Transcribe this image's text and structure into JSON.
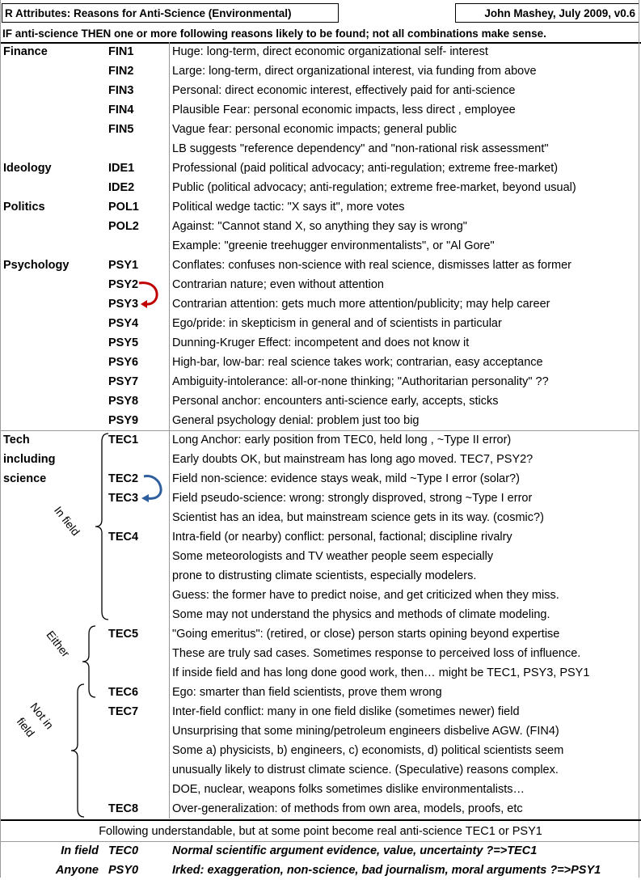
{
  "header": {
    "left_title": "R Attributes:  Reasons for Anti-Science (Environmental)",
    "right_title": "John Mashey, July 2009, v0.6"
  },
  "subtitle": "IF anti-science THEN one or more following reasons likely to be found; not all combinations make sense.",
  "rows": [
    {
      "cat": "Finance",
      "code": "FIN1",
      "desc": "Huge: long-term, direct economic organizational self- interest"
    },
    {
      "cat": "",
      "code": "FIN2",
      "desc": "Large: long-term, direct organizational interest, via funding from above"
    },
    {
      "cat": "",
      "code": "FIN3",
      "desc": "Personal: direct economic interest, effectively paid for anti-science"
    },
    {
      "cat": "",
      "code": "FIN4",
      "desc": "Plausible Fear: personal economic impacts, less direct , employee"
    },
    {
      "cat": "",
      "code": "FIN5",
      "desc": "Vague fear:  personal economic impacts; general public"
    },
    {
      "cat": "",
      "code": "",
      "desc": "LB suggests \"reference dependency\" and \"non-rational risk assessment\""
    },
    {
      "cat": "Ideology",
      "code": "IDE1",
      "desc": "Professional (paid political advocacy; anti-regulation; extreme free-market)"
    },
    {
      "cat": "",
      "code": "IDE2",
      "desc": "Public (political advocacy; anti-regulation; extreme free-market, beyond usual)"
    },
    {
      "cat": "Politics",
      "code": "POL1",
      "desc": "Political wedge tactic: \"X says it\", more votes"
    },
    {
      "cat": "",
      "code": "POL2",
      "desc": "Against: \"Cannot stand X, so anything they say is wrong\""
    },
    {
      "cat": "",
      "code": "",
      "desc": "Example: \"greenie treehugger environmentalists\", or \"Al Gore\""
    },
    {
      "cat": "Psychology",
      "code": "PSY1",
      "desc": "Conflates: confuses non-science with real science, dismisses latter as former"
    },
    {
      "cat": "",
      "code": "PSY2",
      "desc": "Contrarian nature;  even without attention"
    },
    {
      "cat": "",
      "code": "PSY3",
      "desc": "Contrarian attention: gets much more attention/publicity;  may help career"
    },
    {
      "cat": "",
      "code": "PSY4",
      "desc": "Ego/pride: in skepticism in general and of scientists in particular"
    },
    {
      "cat": "",
      "code": "PSY5",
      "desc": "Dunning-Kruger Effect: incompetent and does not know it"
    },
    {
      "cat": "",
      "code": "PSY6",
      "desc": "High-bar, low-bar: real science takes work; contrarian,  easy acceptance"
    },
    {
      "cat": "",
      "code": "PSY7",
      "desc": "Ambiguity-intolerance: all-or-none thinking; \"Authoritarian personality\" ??"
    },
    {
      "cat": "",
      "code": "PSY8",
      "desc": "Personal anchor: encounters anti-science early, accepts, sticks"
    },
    {
      "cat": "",
      "code": "PSY9",
      "desc": "General psychology denial: problem just too big"
    },
    {
      "cat": "Tech",
      "code": "TEC1",
      "desc": "Long Anchor: early position from TEC0, held long , ~Type II error)"
    },
    {
      "cat": "including",
      "code": "",
      "desc": "Early doubts OK, but mainstream has long ago moved. TEC7, PSY2?"
    },
    {
      "cat": "science",
      "code": "TEC2",
      "desc": "Field non-science: evidence stays weak, mild ~Type I error (solar?)"
    },
    {
      "cat": "",
      "code": "TEC3",
      "desc": "Field pseudo-science: wrong: strongly disproved, strong ~Type I error"
    },
    {
      "cat": "",
      "code": "",
      "desc": "Scientist has an idea, but mainstream science gets in its way. (cosmic?)"
    },
    {
      "cat": "",
      "code": "TEC4",
      "desc": "Intra-field (or nearby) conflict: personal, factional; discipline rivalry"
    },
    {
      "cat": "",
      "code": "",
      "desc": "Some meteorologists and TV weather people seem especially"
    },
    {
      "cat": "",
      "code": "",
      "desc": "prone to distrusting climate scientists, especially modelers."
    },
    {
      "cat": "",
      "code": "",
      "desc": "Guess: the former have to predict noise, and get criticized when they miss."
    },
    {
      "cat": "",
      "code": "",
      "desc": "Some may not understand the physics and methods of climate modeling."
    },
    {
      "cat": "",
      "code": "TEC5",
      "desc": "\"Going emeritus\": (retired, or close) person starts opining beyond expertise"
    },
    {
      "cat": "",
      "code": "",
      "desc": "These are truly sad cases.  Sometimes response to perceived loss of influence."
    },
    {
      "cat": "",
      "code": "",
      "desc": "If inside field and has long done good work, then… might be TEC1, PSY3, PSY1"
    },
    {
      "cat": "",
      "code": "TEC6",
      "desc": "Ego: smarter than field scientists, prove them wrong"
    },
    {
      "cat": "",
      "code": "TEC7",
      "desc": "Inter-field conflict: many in one field dislike (sometimes newer) field"
    },
    {
      "cat": "",
      "code": "",
      "desc": "Unsurprising that some mining/petroleum engineers disbelive AGW.  (FIN4)"
    },
    {
      "cat": "",
      "code": "",
      "desc": "Some  a) physicists, b) engineers, c) economists, d) political scientists seem"
    },
    {
      "cat": "",
      "code": "",
      "desc": "unusually likely to distrust climate science. (Speculative) reasons complex."
    },
    {
      "cat": "",
      "code": "",
      "desc": "DOE, nuclear, weapons folks sometimes dislike environmentalists…"
    },
    {
      "cat": "",
      "code": "TEC8",
      "desc": "Over-generalization: of methods from own area, models, proofs, etc"
    }
  ],
  "bracket_labels": {
    "in_field": "In field",
    "either": "Either",
    "not_in": "Not in",
    "field": "field"
  },
  "footer": {
    "note": "Following understandable, but at some point become real anti-science TEC1 or PSY1",
    "rows": [
      {
        "label": "In field",
        "code": "TEC0",
        "desc": "Normal scientific argument evidence, value, uncertainty ?=>TEC1"
      },
      {
        "label": "Anyone",
        "code": "PSY0",
        "desc": "Irked: exaggeration, non-science, bad journalism, moral arguments  ?=>PSY1"
      }
    ]
  },
  "colors": {
    "arrow_red": "#c00000",
    "arrow_blue": "#2e5e9e",
    "grid": "#9a9a9a"
  }
}
